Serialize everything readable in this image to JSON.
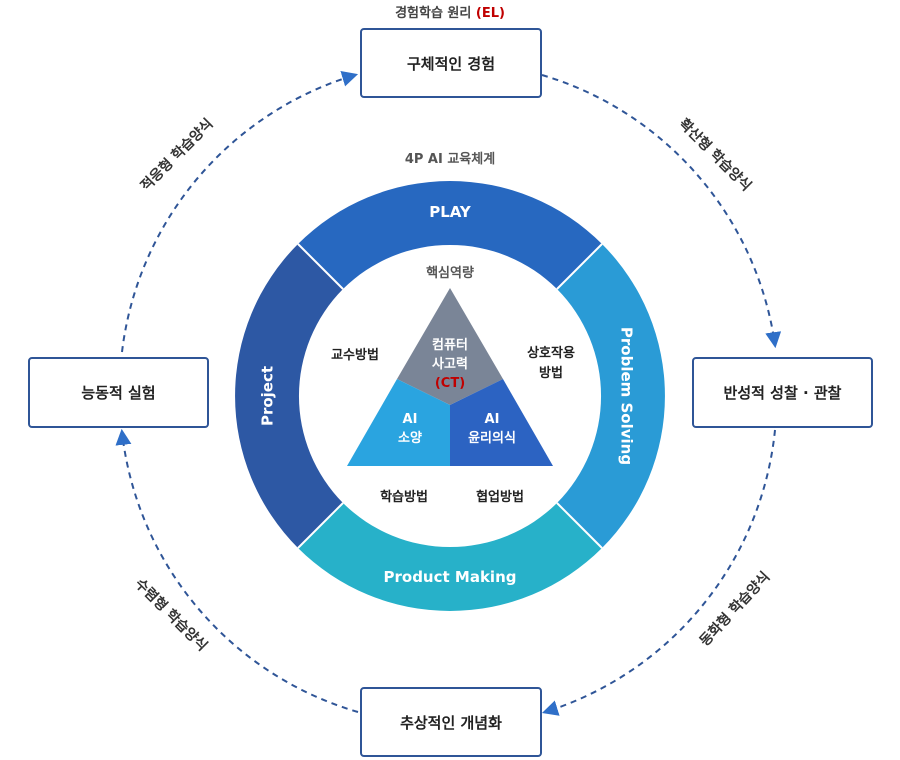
{
  "header": {
    "title": "경험학습 원리",
    "title_highlight": "(EL)"
  },
  "el_stages": {
    "top": "구체적인 경험",
    "right": "반성적 성찰 · 관찰",
    "bottom": "추상적인 개념화",
    "left": "능동적 실험"
  },
  "learning_styles": {
    "top_right": "확산형 학습양식",
    "bottom_right": "동화형 학습양식",
    "bottom_left": "수렴형 학습양식",
    "top_left": "적응형 학습양식"
  },
  "ai_system": {
    "title": "4P AI 교육체계",
    "segments": {
      "top": "PLAY",
      "right": "Problem Solving",
      "bottom": "Product Making",
      "left": "Project"
    },
    "inner_labels": {
      "core": "핵심역량",
      "teaching": "교수방법",
      "interaction_line1": "상호작용",
      "interaction_line2": "방법",
      "learning": "학습방법",
      "collaboration": "협업방법"
    },
    "triangle": {
      "top_line1": "컴퓨터",
      "top_line2": "사고력",
      "top_line3": "(CT)",
      "left_line1": "AI",
      "left_line2": "소양",
      "right_line1": "AI",
      "right_line2": "윤리의식"
    }
  },
  "colors": {
    "play": "#2768c0",
    "problem_solving": "#2a9bd6",
    "product_making": "#27b1c9",
    "project": "#2d58a4",
    "triangle_top": "#7a8597",
    "triangle_left": "#2aa4e0",
    "triangle_right": "#2c63c2",
    "accent_red": "#c00000",
    "dash": "#2f5597"
  }
}
